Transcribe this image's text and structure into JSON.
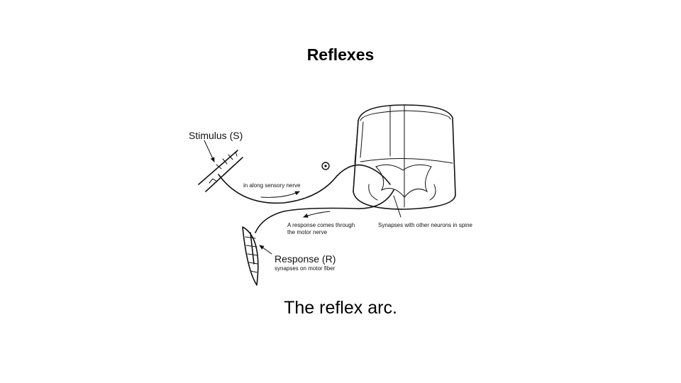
{
  "slide": {
    "title": "Reflexes",
    "caption": "The reflex arc."
  },
  "diagram": {
    "labels": {
      "stimulus": "Stimulus (S)",
      "sensory_nerve": "in along sensory nerve",
      "motor_nerve_line1": "A response comes through",
      "motor_nerve_line2": "the  motor nerve",
      "synapses": "Synapses with other neurons in spine",
      "response": "Response (R)",
      "motor_fiber": "synapses on motor fiber"
    }
  }
}
